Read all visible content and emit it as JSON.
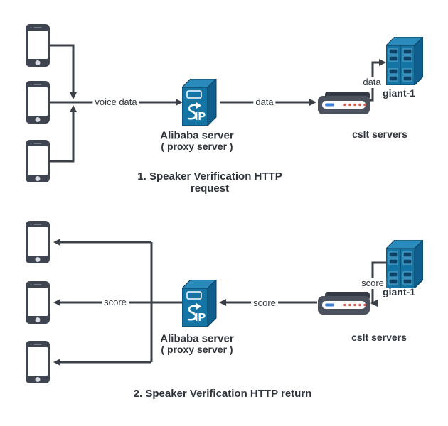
{
  "colors": {
    "line": "#3a3f48",
    "server_blue_front": "#1474a4",
    "server_blue_top": "#2a8abc",
    "server_blue_side": "#0f5f8e",
    "server_outline": "#0d3d5c",
    "phone_body": "#3e4450",
    "router_body": "#4b515d",
    "router_lid": "#343a46",
    "led_red": "#e2574c",
    "port_blue": "#3c7fd6",
    "text": "#2f343c"
  },
  "top": {
    "edge_labels": {
      "from_phones": "voice data",
      "proxy_to_router": "data",
      "router_to_server": "data"
    },
    "proxy": {
      "icon_text": "SIP",
      "title": "Alibaba server",
      "subtitle": "( proxy server )"
    },
    "server_name": "giant-1",
    "cluster_label": "cslt servers",
    "caption_line1": "1. Speaker Verification HTTP",
    "caption_line2": "request"
  },
  "bottom": {
    "edge_labels": {
      "to_phones": "score",
      "router_to_proxy": "score",
      "server_to_router": "score"
    },
    "proxy": {
      "icon_text": "SIP",
      "title": "Alibaba server",
      "subtitle": "( proxy server )"
    },
    "server_name": "giant-1",
    "cluster_label": "cslt servers",
    "caption": "2. Speaker Verification HTTP return"
  }
}
